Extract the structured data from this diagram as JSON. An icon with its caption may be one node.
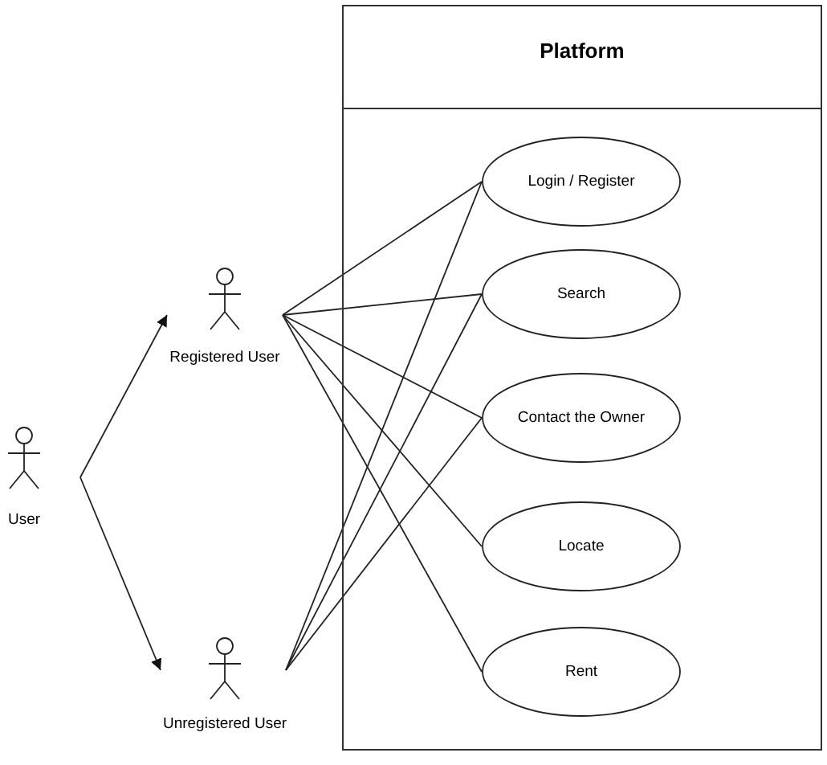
{
  "diagram": {
    "nodes": [
      {
        "text": [
          "Platform"
        ]
      },
      {
        "text": [
          "User"
        ]
      },
      {
        "text": [
          "Registered User"
        ]
      },
      {
        "text": [
          "Unregistered User"
        ]
      },
      {
        "text": [
          "Login / Register"
        ],
        "in": 0
      },
      {
        "text": [
          "Search"
        ],
        "in": 0
      },
      {
        "text": [
          "Contact the Owner"
        ],
        "in": 0
      },
      {
        "text": [
          "Locate"
        ],
        "in": 0
      },
      {
        "text": [
          "Rent"
        ],
        "in": 0
      }
    ],
    "edges": [
      {
        "from": 1,
        "to": 2,
        "arrow": "to"
      },
      {
        "from": 1,
        "to": 3,
        "arrow": "to"
      },
      {
        "from": 2,
        "to": 4,
        "arrow": "none"
      },
      {
        "from": 2,
        "to": 5,
        "arrow": "none"
      },
      {
        "from": 2,
        "to": 6,
        "arrow": "none"
      },
      {
        "from": 2,
        "to": 7,
        "arrow": "none"
      },
      {
        "from": 2,
        "to": 8,
        "arrow": "none"
      },
      {
        "from": 3,
        "to": 4,
        "arrow": "none"
      },
      {
        "from": 3,
        "to": 5,
        "arrow": "none"
      },
      {
        "from": 3,
        "to": 6,
        "arrow": "none"
      }
    ]
  }
}
